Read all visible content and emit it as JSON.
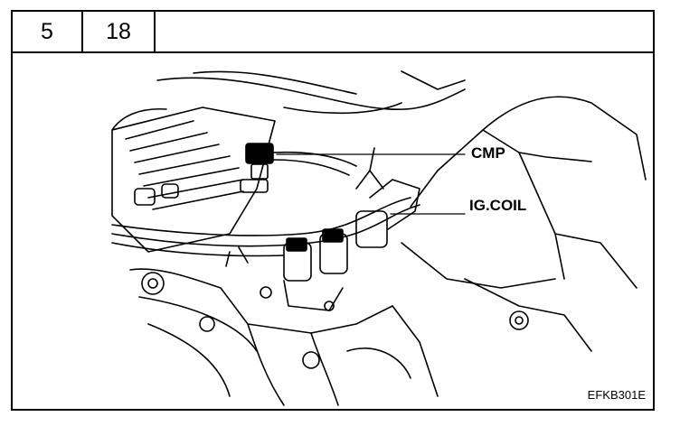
{
  "header": {
    "section": "5",
    "page": "18"
  },
  "labels": {
    "cmp": "CMP",
    "ig_coil": "IG.COIL"
  },
  "figure_code": "EFKB301E"
}
